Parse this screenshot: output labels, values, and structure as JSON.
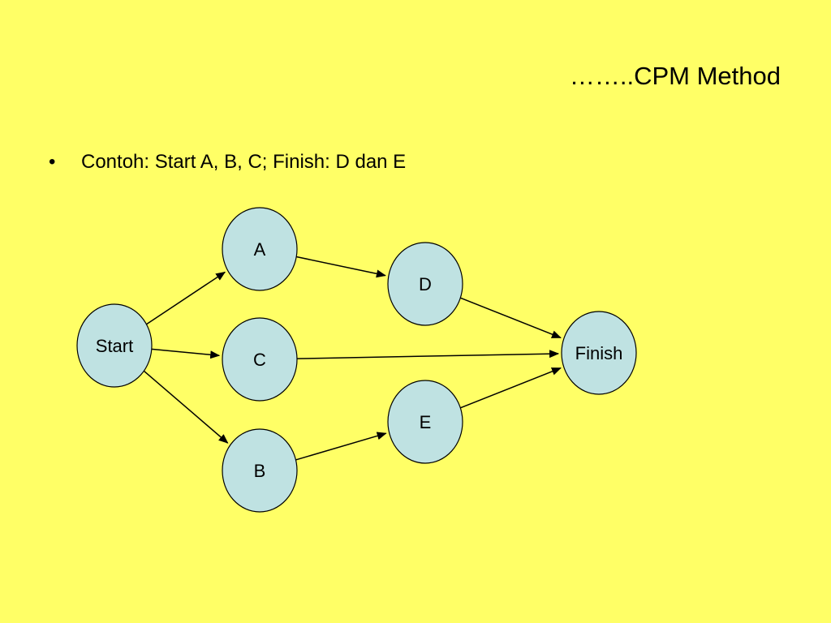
{
  "slide": {
    "title": "……..CPM Method",
    "bullet_marker": "•",
    "bullet_text": "Contoh: Start A, B, C; Finish: D dan E"
  },
  "colors": {
    "background": "#ffff66",
    "node_fill": "#bfe2e2",
    "node_stroke": "#000000",
    "edge": "#000000"
  },
  "diagram": {
    "nodes": [
      {
        "id": "start",
        "label": "Start"
      },
      {
        "id": "a",
        "label": "A"
      },
      {
        "id": "c",
        "label": "C"
      },
      {
        "id": "b",
        "label": "B"
      },
      {
        "id": "d",
        "label": "D"
      },
      {
        "id": "e",
        "label": "E"
      },
      {
        "id": "finish",
        "label": "Finish"
      }
    ],
    "edges": [
      {
        "from": "start",
        "to": "a"
      },
      {
        "from": "start",
        "to": "c"
      },
      {
        "from": "start",
        "to": "b"
      },
      {
        "from": "a",
        "to": "d"
      },
      {
        "from": "b",
        "to": "e"
      },
      {
        "from": "c",
        "to": "finish"
      },
      {
        "from": "d",
        "to": "finish"
      },
      {
        "from": "e",
        "to": "finish"
      }
    ]
  }
}
